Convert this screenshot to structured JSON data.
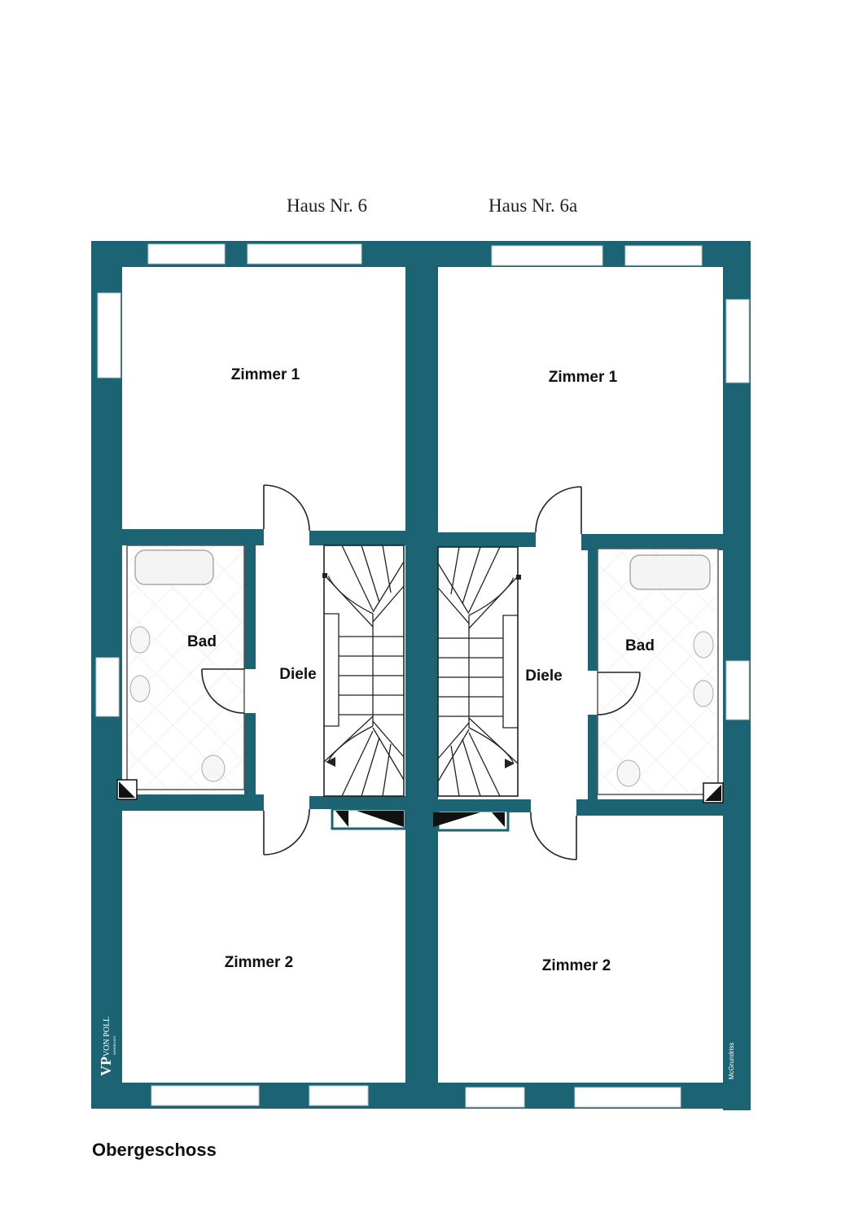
{
  "houses": [
    {
      "title": "Haus Nr. 6"
    },
    {
      "title": "Haus Nr. 6a"
    }
  ],
  "rooms": {
    "left": {
      "zimmer1": "Zimmer 1",
      "bad": "Bad",
      "diele": "Diele",
      "zimmer2": "Zimmer 2"
    },
    "right": {
      "zimmer1": "Zimmer 1",
      "bad": "Bad",
      "diele": "Diele",
      "zimmer2": "Zimmer 2"
    }
  },
  "floor_name": "Obergeschoss",
  "brand": {
    "logo": "VP",
    "name": "VON POLL",
    "subtitle": "IMMOBILIEN"
  },
  "credit": "McGrundriss",
  "colors": {
    "wall": "#1c6374",
    "window": "#ffffff",
    "tile_line": "#e2e2e2"
  }
}
